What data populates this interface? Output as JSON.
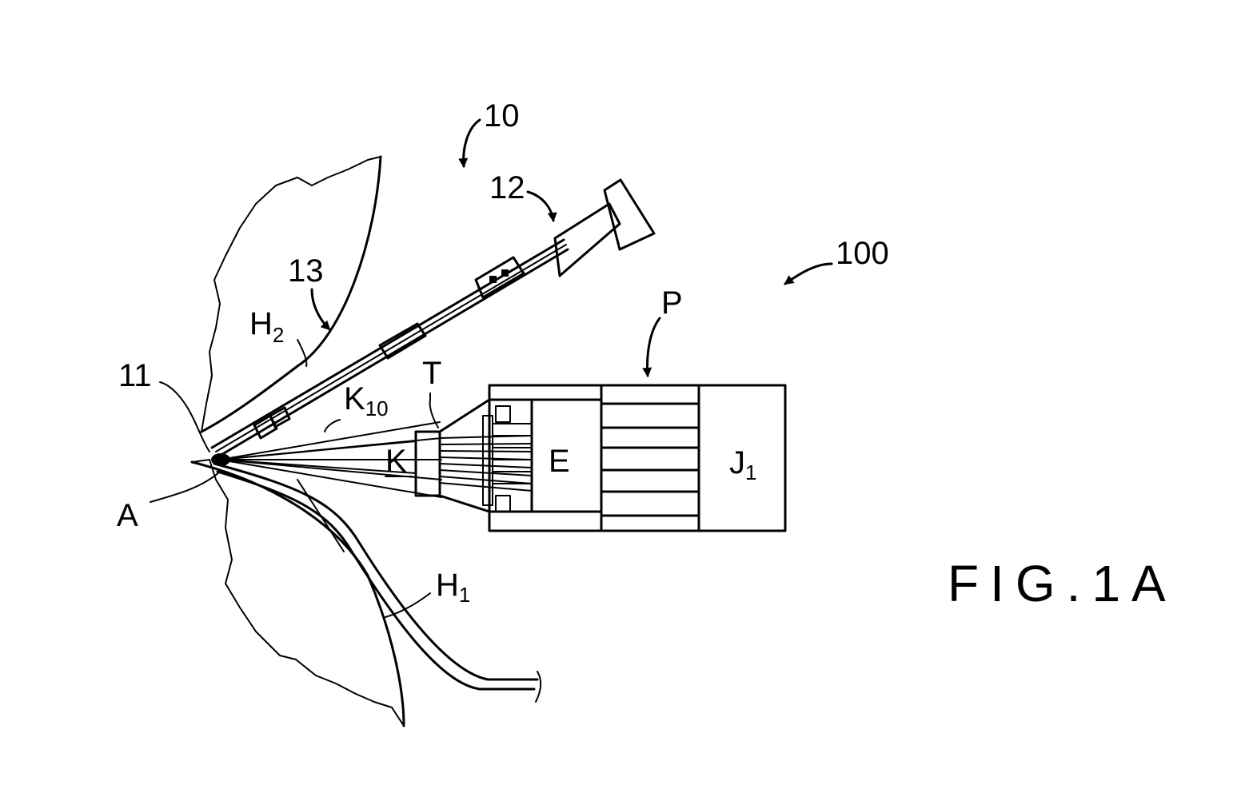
{
  "figure": {
    "caption": "FIG.1A",
    "references": {
      "r10": "10",
      "r12": "12",
      "r100": "100",
      "r13": "13",
      "rP": "P",
      "rH2": "H",
      "rH2_sub": "2",
      "r11": "11",
      "rT": "T",
      "rK10": "K",
      "rK10_sub": "10",
      "rK": "K",
      "rE": "E",
      "rJ1": "J",
      "rJ1_sub": "1",
      "rA": "A",
      "rH1": "H",
      "rH1_sub": "1"
    }
  }
}
